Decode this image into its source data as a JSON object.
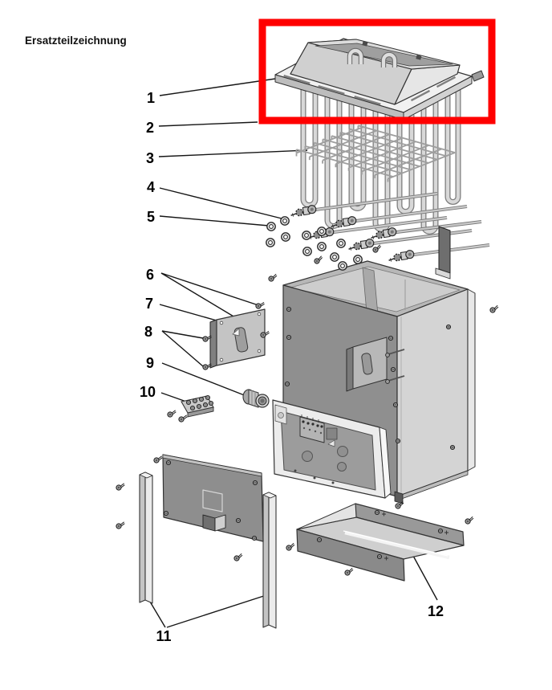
{
  "title": "Ersatzteilzeichnung",
  "highlight_color": "#ff0000",
  "callouts": [
    {
      "label": "1"
    },
    {
      "label": "2"
    },
    {
      "label": "3"
    },
    {
      "label": "4"
    },
    {
      "label": "5"
    },
    {
      "label": "6"
    },
    {
      "label": "7"
    },
    {
      "label": "8"
    },
    {
      "label": "9"
    },
    {
      "label": "10"
    },
    {
      "label": "11"
    },
    {
      "label": "12"
    }
  ]
}
